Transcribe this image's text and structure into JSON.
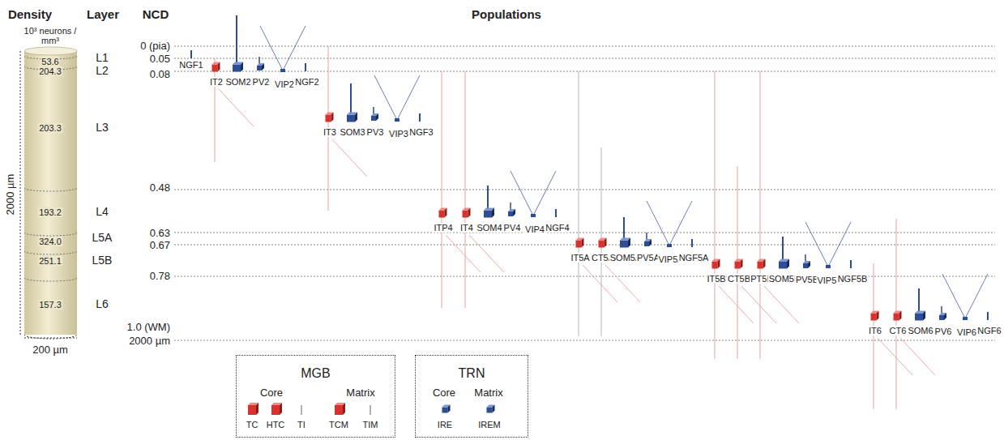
{
  "diagram": {
    "nodes": [
      {
        "text": [
          "MGB"
        ]
      },
      {
        "text": [
          "TRN"
        ]
      }
    ],
    "labels": [
      "Density",
      "Layer",
      "NCD",
      "Populations",
      "10³ neurons / mm³",
      "53.6",
      "204.3",
      "203.3",
      "193.2",
      "324.0",
      "251.1",
      "157.3",
      "2000 µm",
      "200 µm",
      "L1",
      "L2",
      "L3",
      "L4",
      "L5A",
      "L5B",
      "L6",
      "0 (pia)",
      "0.05",
      "0.08",
      "0.48",
      "0.63",
      "0.67",
      "0.78",
      "1.0 (WM)",
      "2000 µm",
      "NGF1",
      "IT2",
      "SOM2",
      "PV2",
      "VIP2",
      "NGF2",
      "IT3",
      "SOM3",
      "PV3",
      "VIP3",
      "NGF3",
      "ITP4",
      "IT4",
      "SOM4",
      "PV4",
      "VIP4",
      "NGF4",
      "IT5A",
      "CT5A",
      "SOM5A",
      "PV5A",
      "VIP5A",
      "NGF5A",
      "IT5B",
      "CT5B",
      "PT5B",
      "SOM5B",
      "PV5B",
      "VIP5B",
      "NGF5B",
      "IT6",
      "CT6",
      "SOM6",
      "PV6",
      "VIP6",
      "NGF6",
      "Core",
      "Matrix",
      "Core",
      "Matrix"
    ],
    "legend": [
      {
        "text": "TC"
      },
      {
        "text": "HTC"
      },
      {
        "text": "TI"
      },
      {
        "text": "TCM"
      },
      {
        "text": "TIM"
      },
      {
        "text": "IRE"
      },
      {
        "text": "IREM"
      }
    ]
  }
}
